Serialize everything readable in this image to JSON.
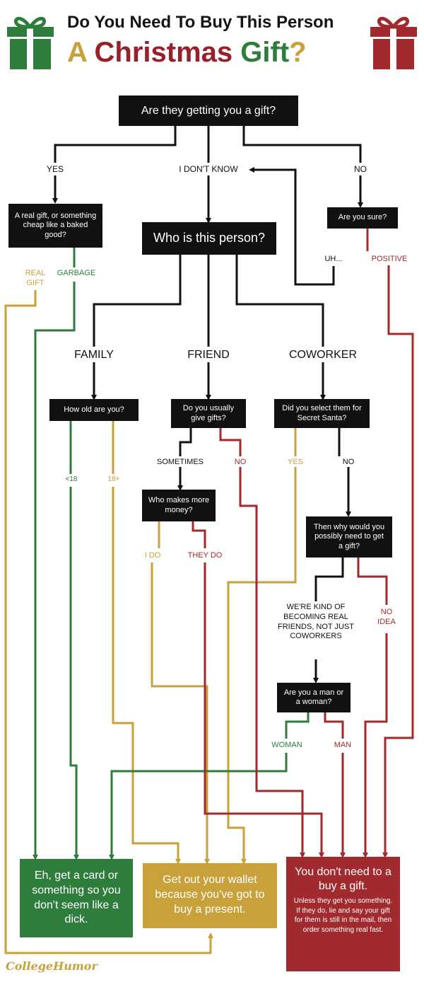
{
  "title": {
    "line1": "Do You Need To Buy This Person",
    "line2_a": "A",
    "line2_b": "Christmas",
    "line2_c": "Gift",
    "line2_q": "?"
  },
  "colors": {
    "black": "#111111",
    "gold": "#c9a13a",
    "green": "#2e7d3d",
    "red": "#a12a2f"
  },
  "icons": {
    "left": "gift-icon",
    "right": "gift-icon"
  },
  "questions": {
    "q_gift": "Are they getting you a gift?",
    "q_real": "A real gift, or something cheap like a baked good?",
    "q_sure": "Are you sure?",
    "q_who": "Who is this person?",
    "q_old": "How old are you?",
    "q_usually": "Do you usually give gifts?",
    "q_santa": "Did you select them for Secret Santa?",
    "q_money": "Who makes more money?",
    "q_why": "Then why would you possibly need to get a gift?",
    "q_man": "Are you a man or a woman?"
  },
  "labels": {
    "yes": "YES",
    "dont_know": "I DON'T KNOW",
    "no": "NO",
    "real_gift": "REAL GIFT",
    "garbage": "GARBAGE",
    "uh": "UH...",
    "positive": "POSITIVE",
    "family": "FAMILY",
    "friend": "FRIEND",
    "coworker": "COWORKER",
    "under18": "<18",
    "over18": "18+",
    "sometimes": "SOMETIMES",
    "friend_no": "NO",
    "santa_yes": "YES",
    "santa_no": "NO",
    "i_do": "I DO",
    "they_do": "THEY DO",
    "becoming": "WE'RE KIND OF BECOMING REAL FRIENDS, NOT JUST COWORKERS",
    "no_idea": "NO IDEA",
    "woman": "WOMAN",
    "man": "MAN"
  },
  "results": {
    "card": "Eh, get a card or something so you don't seem like a dick.",
    "wallet": "Get out your wallet because you've got to buy a present.",
    "noneed_head": "You don't need to a buy a gift.",
    "noneed_body": "Unless they get you something. If they do, lie and say your gift for them is still in the mail, then order something real fast."
  },
  "footer": {
    "logo": "CollegeHumor"
  }
}
